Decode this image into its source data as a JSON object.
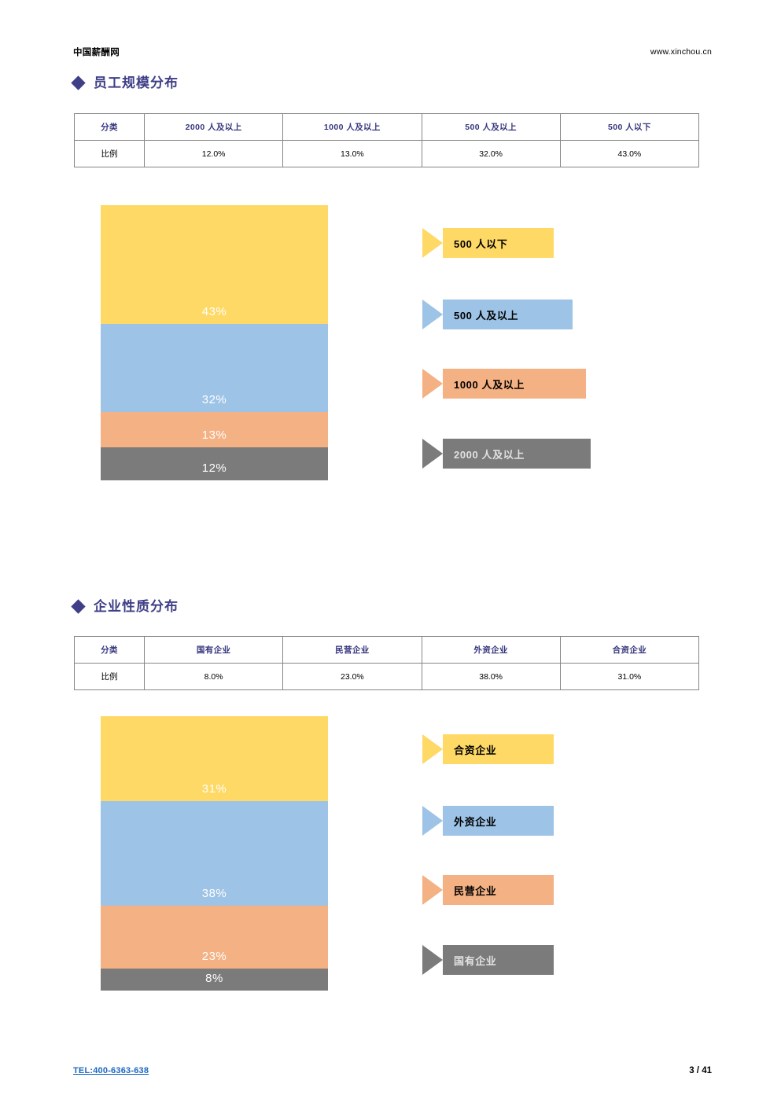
{
  "header": {
    "brand": "中国薪酬网",
    "url": "www.xinchou.cn"
  },
  "footer": {
    "tel": "TEL:400-6363-638",
    "page": "3 / 41"
  },
  "colors": {
    "yellow": "#FFD966",
    "blue": "#9DC3E6",
    "orange": "#F4B183",
    "gray": "#7B7B7B",
    "heading": "#3F3F87",
    "table_header_text": "#35357E",
    "table_border": "#868686",
    "link": "#1A66C4"
  },
  "sections": [
    {
      "title": "员工规模分布",
      "table": {
        "headers": [
          "分类",
          "2000 人及以上",
          "1000 人及以上",
          "500 人及以上",
          "500 人以下"
        ],
        "rows": [
          [
            "比例",
            "12.0%",
            "13.0%",
            "32.0%",
            "43.0%"
          ]
        ]
      },
      "chart_data": {
        "type": "bar",
        "title": "员工规模分布",
        "categories": [
          "500 人以下",
          "500 人及以上",
          "1000 人及以上",
          "2000 人及以上"
        ],
        "values": [
          43,
          32,
          13,
          12
        ],
        "labels": [
          "43%",
          "32%",
          "13%",
          "12%"
        ],
        "colors": [
          "#FFD966",
          "#9DC3E6",
          "#F4B183",
          "#7B7B7B"
        ],
        "stacked": true,
        "xlabel": "",
        "ylabel": "",
        "ylim": [
          0,
          100
        ],
        "grid": false,
        "legend_position": "right"
      },
      "legend": [
        {
          "label": "500 人以下",
          "color": "#FFD966",
          "text_color": "#000000"
        },
        {
          "label": "500 人及以上",
          "color": "#9DC3E6",
          "text_color": "#000000"
        },
        {
          "label": "1000 人及以上",
          "color": "#F4B183",
          "text_color": "#000000"
        },
        {
          "label": "2000 人及以上",
          "color": "#7B7B7B",
          "text_color": "#E2E2E2"
        }
      ]
    },
    {
      "title": "企业性质分布",
      "table": {
        "headers": [
          "分类",
          "国有企业",
          "民营企业",
          "外资企业",
          "合资企业"
        ],
        "rows": [
          [
            "比例",
            "8.0%",
            "23.0%",
            "38.0%",
            "31.0%"
          ]
        ]
      },
      "chart_data": {
        "type": "bar",
        "title": "企业性质分布",
        "categories": [
          "合资企业",
          "外资企业",
          "民营企业",
          "国有企业"
        ],
        "values": [
          31,
          38,
          23,
          8
        ],
        "labels": [
          "31%",
          "38%",
          "23%",
          "8%"
        ],
        "colors": [
          "#FFD966",
          "#9DC3E6",
          "#F4B183",
          "#7B7B7B"
        ],
        "stacked": true,
        "xlabel": "",
        "ylabel": "",
        "ylim": [
          0,
          100
        ],
        "grid": false,
        "legend_position": "right"
      },
      "legend": [
        {
          "label": "合资企业",
          "color": "#FFD966",
          "text_color": "#000000"
        },
        {
          "label": "外资企业",
          "color": "#9DC3E6",
          "text_color": "#000000"
        },
        {
          "label": "民营企业",
          "color": "#F4B183",
          "text_color": "#000000"
        },
        {
          "label": "国有企业",
          "color": "#7B7B7B",
          "text_color": "#E2E2E2"
        }
      ]
    }
  ]
}
